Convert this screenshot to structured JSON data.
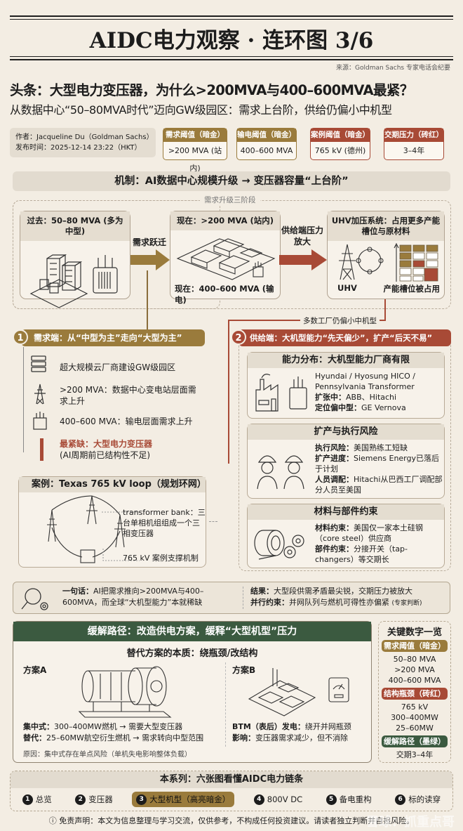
{
  "header": {
    "title": "AIDC电力观察 · 连环图 3/6",
    "source": "来源：Goldman Sachs 专家电话会纪要",
    "headline": "头条：大型电力变压器，为什么>200MVA与400–600MVA最紧？",
    "subline": "从数据中心“50–80MVA时代”迈向GW级园区：需求上台阶，供给仍偏小中机型"
  },
  "author": {
    "author_line": "作者：Jacqueline Du（Goldman Sachs）",
    "published_line": "发布时间：2025-12-14 23:22（HKT）"
  },
  "meta_cards": [
    {
      "label": "需求阈值（暗金）",
      "value": ">200 MVA (站内)",
      "color": "#9a7b3c"
    },
    {
      "label": "输电阈值（暗金）",
      "value": "400–600 MVA",
      "color": "#9a7b3c"
    },
    {
      "label": "案例阈值（暗金）",
      "value": "765 kV (德州)",
      "color": "#a84a36"
    },
    {
      "label": "交期压力（砖红）",
      "value": "3–4年",
      "color": "#a84a36"
    }
  ],
  "mechanism": {
    "title": "机制：AI数据中心规模升级 → 变压器容量“上台阶”",
    "stages_label": "需求升级三阶段",
    "stage_past": "过去：50–80 MVA (多为中型)",
    "arrow1": "需求跃迁",
    "stage_now_top": "现在：>200 MVA (站内)",
    "stage_now_bottom": "现在：400–600 MVA (输电)",
    "arrow2": "供给端压力放大",
    "stage_uhv": "UHV加压系统：占用更多产能槽位与原材料",
    "uhv_label": "UHV",
    "slots_label": "产能槽位被占用",
    "factory_note": "多数工厂仍偏小中机型"
  },
  "demand": {
    "number": "1",
    "title": "需求端：从“中型为主”走向“大型为主”",
    "items": [
      {
        "text": "超大规模云厂商建设GW级园区"
      },
      {
        "text": ">200 MVA：数据中心变电站层面需求上升"
      },
      {
        "text": "400–600 MVA：输电层面需求上升"
      }
    ],
    "scarcest_title": "最紧缺：大型电力变压器",
    "scarcest_note": "(AI周期前已结构性不足)"
  },
  "case": {
    "title": "案例：Texas 765 kV loop（规划环网）",
    "note1": "transformer bank：三台单相机组组成一个三相变压器",
    "note2": "765 kV 案例支撑机制"
  },
  "supply": {
    "number": "2",
    "title": "供给端：大机型能力“先天偏少”，扩产“后天不易”",
    "cards": [
      {
        "title": "能力分布：大机型能力厂商有限",
        "lines": [
          {
            "b": "",
            "t": "Hyundai / Hyosung HICO / Pennsylvania Transformer"
          },
          {
            "b": "扩张中：",
            "t": "ABB、Hitachi"
          },
          {
            "b": "定位偏中型：",
            "t": "GE Vernova"
          }
        ]
      },
      {
        "title": "扩产与执行风险",
        "lines": [
          {
            "b": "执行风险：",
            "t": "美国熟练工短缺"
          },
          {
            "b": "扩产进度：",
            "t": "Siemens Energy已落后于计划"
          },
          {
            "b": "人员调配：",
            "t": "Hitachi从巴西工厂调配部分人员至美国"
          }
        ]
      },
      {
        "title": "材料与部件约束",
        "lines": [
          {
            "b": "材料约束：",
            "t": "美国仅一家本土硅钢（core steel）供应商"
          },
          {
            "b": "部件约束：",
            "t": "分接开关（tap-changers）等交期长"
          }
        ]
      }
    ]
  },
  "summary": {
    "one_liner_label": "一句话：",
    "one_liner": "AI把需求推向>200MVA与400–600MVA，而全球“大机型能力”本就稀缺",
    "result_label": "结果：",
    "result": "大型段供需矛盾最尖锐，交期压力被放大",
    "parallel_label": "并行约束：",
    "parallel": "并网队列与燃机可得性亦偏紧",
    "parallel_note": "(专家判断)"
  },
  "mitigation": {
    "title": "缓解路径：改造供电方案，缓释“大型机型”压力",
    "subtitle": "替代方案的本质：绕瓶颈/改结构",
    "plan_a": {
      "label": "方案A",
      "line1_b": "集中式：",
      "line1": "300–400MW燃机 → 需要大型变压器",
      "line2_b": "替代：",
      "line2": "25–60MW航空衍生燃机 → 需求转向中型范围",
      "reason": "原因：集中式存在单点风险（单机失电影响整体负载）"
    },
    "plan_b": {
      "label": "方案B",
      "line1_b": "BTM（表后）发电：",
      "line1": "绕开并网瓶颈",
      "line2_b": "影响：",
      "line2": "变压器需求减少，但不消除"
    }
  },
  "key_numbers": {
    "title": "关键数字一览",
    "groups": [
      {
        "label": "需求阈值（暗金）",
        "color": "#9a7b3c",
        "values": [
          "50–80 MVA",
          ">200 MVA",
          "400–600 MVA"
        ]
      },
      {
        "label": "结构瓶颈（砖红）",
        "color": "#a84a36",
        "values": [
          "765 kV",
          "300–400MW",
          "25–60MW"
        ]
      },
      {
        "label": "缓解路径（墨绿）",
        "color": "#3b5a40",
        "values": [
          "交期3–4年"
        ]
      }
    ]
  },
  "series": {
    "title": "本系列：六张图看懂AIDC电力链条",
    "items": [
      {
        "n": "1",
        "label": "总览",
        "active": false
      },
      {
        "n": "2",
        "label": "变压器",
        "active": false
      },
      {
        "n": "3",
        "label": "大型机型（高亮暗金）",
        "active": true
      },
      {
        "n": "4",
        "label": "800V DC",
        "active": false
      },
      {
        "n": "5",
        "label": "备电重构",
        "active": false
      },
      {
        "n": "6",
        "label": "标的读穿",
        "active": false
      }
    ]
  },
  "disclaimer": "ⓘ 免责声明：本文为信息整理与学习交流，仅供参考，不构成任何投资建议。请读者独立判断并自担风险。",
  "watermark": "雪球：抓重点哥",
  "colors": {
    "gold": "#9a7b3c",
    "brick": "#a84a36",
    "green": "#3b5a40",
    "paper": "#f3ede3"
  }
}
